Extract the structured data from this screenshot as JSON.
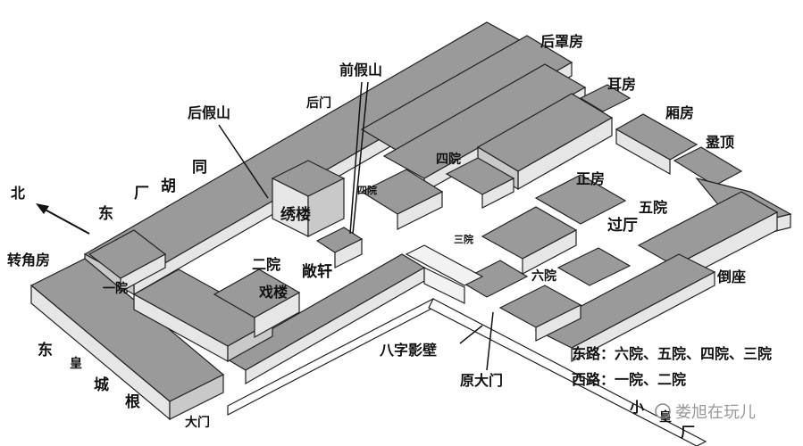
{
  "labels": {
    "north": "北",
    "hutong_dong": "东",
    "hutong_chang": "厂",
    "hutong_hu": "胡",
    "hutong_tong": "同",
    "zhuanjiaofang": "转角房",
    "city_dong": "东",
    "city_huang": "皇",
    "city_cheng": "城",
    "city_gen": "根",
    "damen": "大门",
    "houjiashan": "后假山",
    "qianjiashan": "前假山",
    "houmen": "后门",
    "houzhaofang": "后罩房",
    "erfang": "耳房",
    "xiangfang": "厢房",
    "luding": "盝顶",
    "zhengfang": "正房",
    "siyuan": "四院",
    "siyuan_small": "四院",
    "wuyuan": "五院",
    "guoting": "过厅",
    "sanyuan_small": "三院",
    "liuyuan": "六院",
    "daozuo": "倒座",
    "xiulou": "绣楼",
    "erdyuan": "二院",
    "xilou": "戏楼",
    "changxuan": "敞轩",
    "yiyuan": "一院",
    "bazi": "八字影壁",
    "yuandamen": "原大门",
    "eastroad": "东路：六院、五院、四院、三院",
    "westroad": "西路：一院、二院",
    "xiao": "小",
    "huang_street": "皇",
    "chang_street": "厂",
    "watermark": "娄旭在玩儿"
  },
  "colors": {
    "roof": "#9a9a9a",
    "wall": "#e6e6e6",
    "side": "#c9c9c9",
    "line": "#222222"
  }
}
